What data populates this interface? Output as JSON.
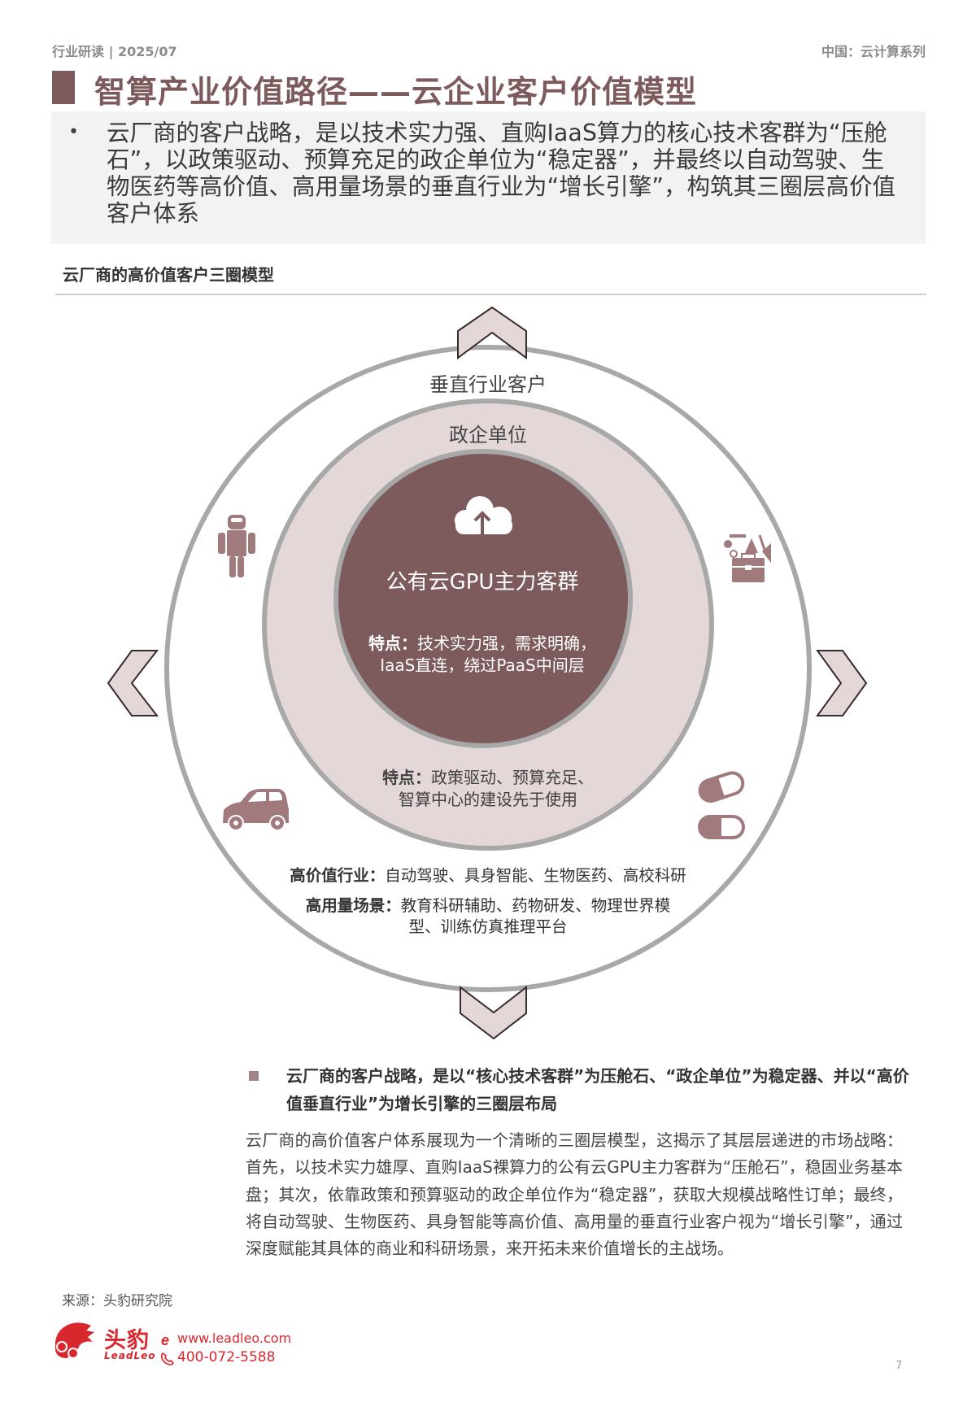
{
  "header": {
    "left": "行业研读 | 2025/07",
    "right": "中国：云计算系列"
  },
  "title": "智算产业价值路径——云企业客户价值模型",
  "summary": {
    "bullet": "•",
    "text": "云厂商的客户战略，是以技术实力强、直购IaaS算力的核心技术客群为“压舱石”，以政策驱动、预算充足的政企单位为“稳定器”，并最终以自动驾驶、生物医药等高价值、高用量场景的垂直行业为“增长引擎”，构筑其三圈层高价值客户体系"
  },
  "figure": {
    "title": "云厂商的高价值客户三圈模型",
    "colors": {
      "inner": "#7d5b5d",
      "middle": "#e3d7d8",
      "ring_stroke": "#a8a8a8",
      "icon": "#a07a7c",
      "chevron_fill": "#e3d7d8",
      "chevron_stroke": "#3a2a2b"
    },
    "outer_ring": {
      "label": "垂直行业客户",
      "line1_key": "高价值行业：",
      "line1_value": "自动驾驶、具身智能、生物医药、高校科研",
      "line2_key": "高用量场景：",
      "line2_value": "教育科研辅助、药物研发、物理世界模型、训练仿真推理平台"
    },
    "middle_ring": {
      "label": "政企单位",
      "desc_key": "特点：",
      "desc_value": "政策驱动、预算充足、智算中心的建设先于使用"
    },
    "inner_circle": {
      "icon": "cloud-upload-icon",
      "title": "公有云GPU主力客群",
      "desc_key": "特点：",
      "desc_value": "技术实力强，需求明确，IaaS直连，绕过PaaS中间层"
    },
    "icons": [
      "robot-icon",
      "briefcase-tools-icon",
      "car-icon",
      "pill-icon"
    ],
    "arrows": [
      "chevron-up-icon",
      "chevron-left-icon",
      "chevron-right-icon",
      "chevron-down-icon"
    ]
  },
  "key_point": {
    "text": "云厂商的客户战略，是以“核心技术客群”为压舱石、“政企单位”为稳定器、并以“高价值垂直行业”为增长引擎的三圈层布局"
  },
  "body": "云厂商的高价值客户体系展现为一个清晰的三圈层模型，这揭示了其层层递进的市场战略：首先，以技术实力雄厚、直购IaaS裸算力的公有云GPU主力客群为“压舱石”，稳固业务基本盘；其次，依靠政策和预算驱动的政企单位作为“稳定器”，获取大规模战略性订单；最终，将自动驾驶、生物医药、具身智能等高价值、高用量的垂直行业客户视为“增长引擎”，通过深度赋能其具体的商业和科研场景，来开拓未来价值增长的主战场。",
  "source": "来源：头豹研究院",
  "brand": {
    "name_cn": "头豹",
    "name_en": "LeadLeo",
    "website": "www.leadleo.com",
    "phone": "400-072-5588"
  },
  "page_number": "7"
}
